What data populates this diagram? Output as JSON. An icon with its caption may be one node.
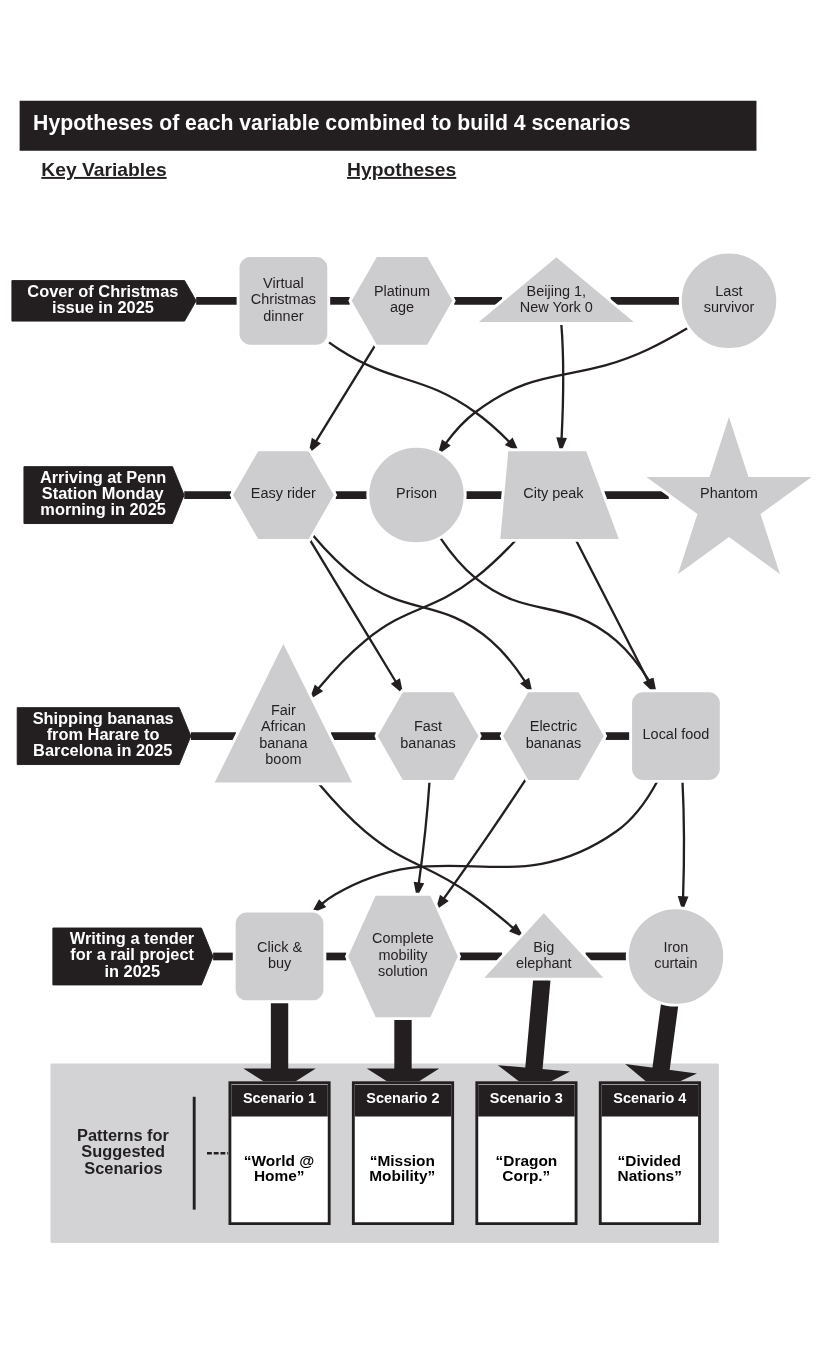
{
  "diagram": {
    "title": "Hypotheses of each variable combined to build 4 scenarios",
    "nodes": [
      {
        "text": [
          "Cover of Christmas issue in 2025"
        ]
      },
      {
        "text": [
          "Virtual Christmas dinner"
        ]
      },
      {
        "text": [
          "Platinum age"
        ]
      },
      {
        "text": [
          "Beijing 1, New York 0"
        ]
      },
      {
        "text": [
          "Last survivor"
        ]
      },
      {
        "text": [
          "Arriving at Penn Station Monday morning in 2025"
        ]
      },
      {
        "text": [
          "Easy rider"
        ]
      },
      {
        "text": [
          "Prison"
        ]
      },
      {
        "text": [
          "City peak"
        ]
      },
      {
        "text": [
          "Phantom"
        ]
      },
      {
        "text": [
          "Shipping bananas from Harare to Barcelona in 2025"
        ]
      },
      {
        "text": [
          "Fair African banana boom"
        ]
      },
      {
        "text": [
          "Fast bananas"
        ]
      },
      {
        "text": [
          "Electric bananas"
        ]
      },
      {
        "text": [
          "Local food"
        ]
      },
      {
        "text": [
          "Writing a tender for a rail project in 2025"
        ]
      },
      {
        "text": [
          "Click & buy"
        ]
      },
      {
        "text": [
          "Complete mobility solution"
        ]
      },
      {
        "text": [
          "Big elephant"
        ]
      },
      {
        "text": [
          "Iron curtain"
        ]
      },
      {
        "text": [],
        "shape": "box"
      },
      {
        "text": [
          "Scenario 1",
          "“World @ Home”"
        ],
        "in": 20
      },
      {
        "text": [
          "Scenario 2",
          "“Mission Mobility”"
        ],
        "in": 20
      },
      {
        "text": [
          "Scenario 3",
          "“Dragon Corp.”"
        ],
        "in": 20
      },
      {
        "text": [
          "Scenario 4",
          "“Divided Nations”"
        ],
        "in": 20
      },
      {
        "text": [
          "Patterns for Suggested Scenarios"
        ],
        "in": 20
      }
    ],
    "edges": [
      {
        "from": 0,
        "to": 1,
        "arrow": "none"
      },
      {
        "from": 1,
        "to": 2,
        "arrow": "none"
      },
      {
        "from": 2,
        "to": 3,
        "arrow": "none"
      },
      {
        "from": 3,
        "to": 4,
        "arrow": "none"
      },
      {
        "from": 5,
        "to": 6,
        "arrow": "none"
      },
      {
        "from": 6,
        "to": 7,
        "arrow": "none"
      },
      {
        "from": 7,
        "to": 8,
        "arrow": "none"
      },
      {
        "from": 8,
        "to": 9,
        "arrow": "none"
      },
      {
        "from": 10,
        "to": 11,
        "arrow": "none"
      },
      {
        "from": 11,
        "to": 12,
        "arrow": "none"
      },
      {
        "from": 12,
        "to": 13,
        "arrow": "none"
      },
      {
        "from": 13,
        "to": 14,
        "arrow": "none"
      },
      {
        "from": 15,
        "to": 16,
        "arrow": "none"
      },
      {
        "from": 16,
        "to": 17,
        "arrow": "none"
      },
      {
        "from": 17,
        "to": 18,
        "arrow": "none"
      },
      {
        "from": 18,
        "to": 19,
        "arrow": "none"
      },
      {
        "from": 1,
        "to": 8,
        "arrow": "to"
      },
      {
        "from": 2,
        "to": 6,
        "arrow": "to"
      },
      {
        "from": 3,
        "to": 8,
        "arrow": "to"
      },
      {
        "from": 4,
        "to": 7,
        "arrow": "to"
      },
      {
        "from": 6,
        "to": 12,
        "arrow": "to"
      },
      {
        "from": 6,
        "to": 13,
        "arrow": "to"
      },
      {
        "from": 7,
        "to": 14,
        "arrow": "to"
      },
      {
        "from": 8,
        "to": 11,
        "arrow": "to"
      },
      {
        "from": 8,
        "to": 14,
        "arrow": "to"
      },
      {
        "from": 11,
        "to": 18,
        "arrow": "to"
      },
      {
        "from": 12,
        "to": 17,
        "arrow": "to"
      },
      {
        "from": 13,
        "to": 17,
        "arrow": "to"
      },
      {
        "from": 14,
        "to": 16,
        "arrow": "to"
      },
      {
        "from": 14,
        "to": 19,
        "arrow": "to"
      },
      {
        "from": 16,
        "to": 21,
        "arrow": "to",
        "style": "thick"
      },
      {
        "from": 17,
        "to": 22,
        "arrow": "to",
        "style": "thick"
      },
      {
        "from": 18,
        "to": 23,
        "arrow": "to",
        "style": "thick"
      },
      {
        "from": 19,
        "to": 24,
        "arrow": "to",
        "style": "thick"
      },
      {
        "from": 25,
        "to": 21,
        "arrow": "none",
        "style": "dashed"
      }
    ],
    "labels": [
      "Key Variables",
      "Hypotheses"
    ]
  }
}
